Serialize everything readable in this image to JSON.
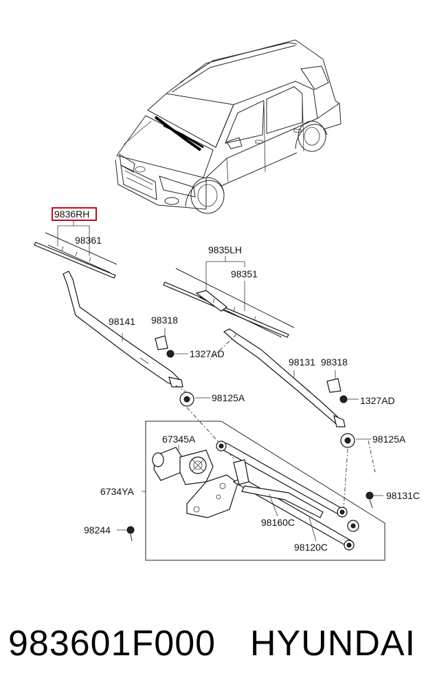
{
  "callouts": {
    "blade_rh": "9836RH",
    "refill_rh": "98361",
    "blade_lh": "9835LH",
    "refill_lh": "98351",
    "arm_rh": "98141",
    "arm_lh": "98131",
    "cap_rh": "98318",
    "cap_lh": "98318",
    "nut_rh": "1327AD",
    "nut_lh": "1327AD",
    "pivot_cap_rh": "98125A",
    "pivot_cap_lh": "98125A",
    "motor": "67345A",
    "assembly": "6734YA",
    "bolt_right": "98131C",
    "bolt_left": "98244",
    "link_upper": "98160C",
    "link_lower": "98120C"
  },
  "footer": {
    "part_number": "983601F000",
    "brand": "HYUNDAI"
  },
  "colors": {
    "highlight": "#d0021b",
    "line": "#222222"
  }
}
